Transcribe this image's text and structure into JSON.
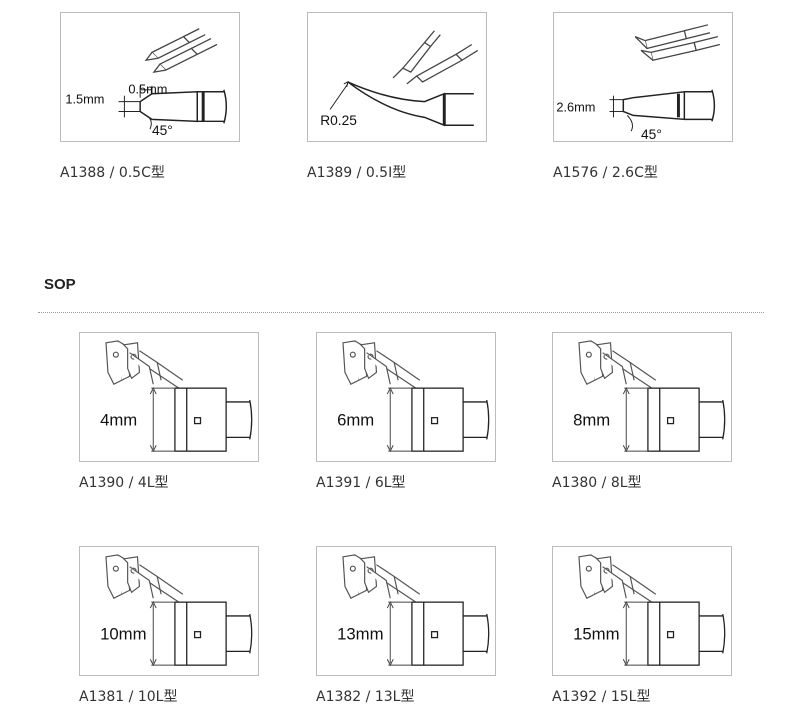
{
  "top_row": [
    {
      "id": "tip-a1388",
      "caption": "A1388 / 0.5C型",
      "labels": {
        "dim1": "1.5mm",
        "dim2": "0.5mm",
        "angle": "45°"
      }
    },
    {
      "id": "tip-a1389",
      "caption": "A1389 / 0.5I型",
      "labels": {
        "radius": "R0.25"
      }
    },
    {
      "id": "tip-a1576",
      "caption": "A1576 / 2.6C型",
      "labels": {
        "dim1": "2.6mm",
        "angle": "45°"
      }
    }
  ],
  "sop": {
    "title": "SOP",
    "items": [
      {
        "caption": "A1390 / 4L型",
        "size": "4mm"
      },
      {
        "caption": "A1391 / 6L型",
        "size": "6mm"
      },
      {
        "caption": "A1380 / 8L型",
        "size": "8mm"
      },
      {
        "caption": "A1381 / 10L型",
        "size": "10mm"
      },
      {
        "caption": "A1382 / 13L型",
        "size": "13mm"
      },
      {
        "caption": "A1392 / 15L型",
        "size": "15mm"
      }
    ]
  }
}
